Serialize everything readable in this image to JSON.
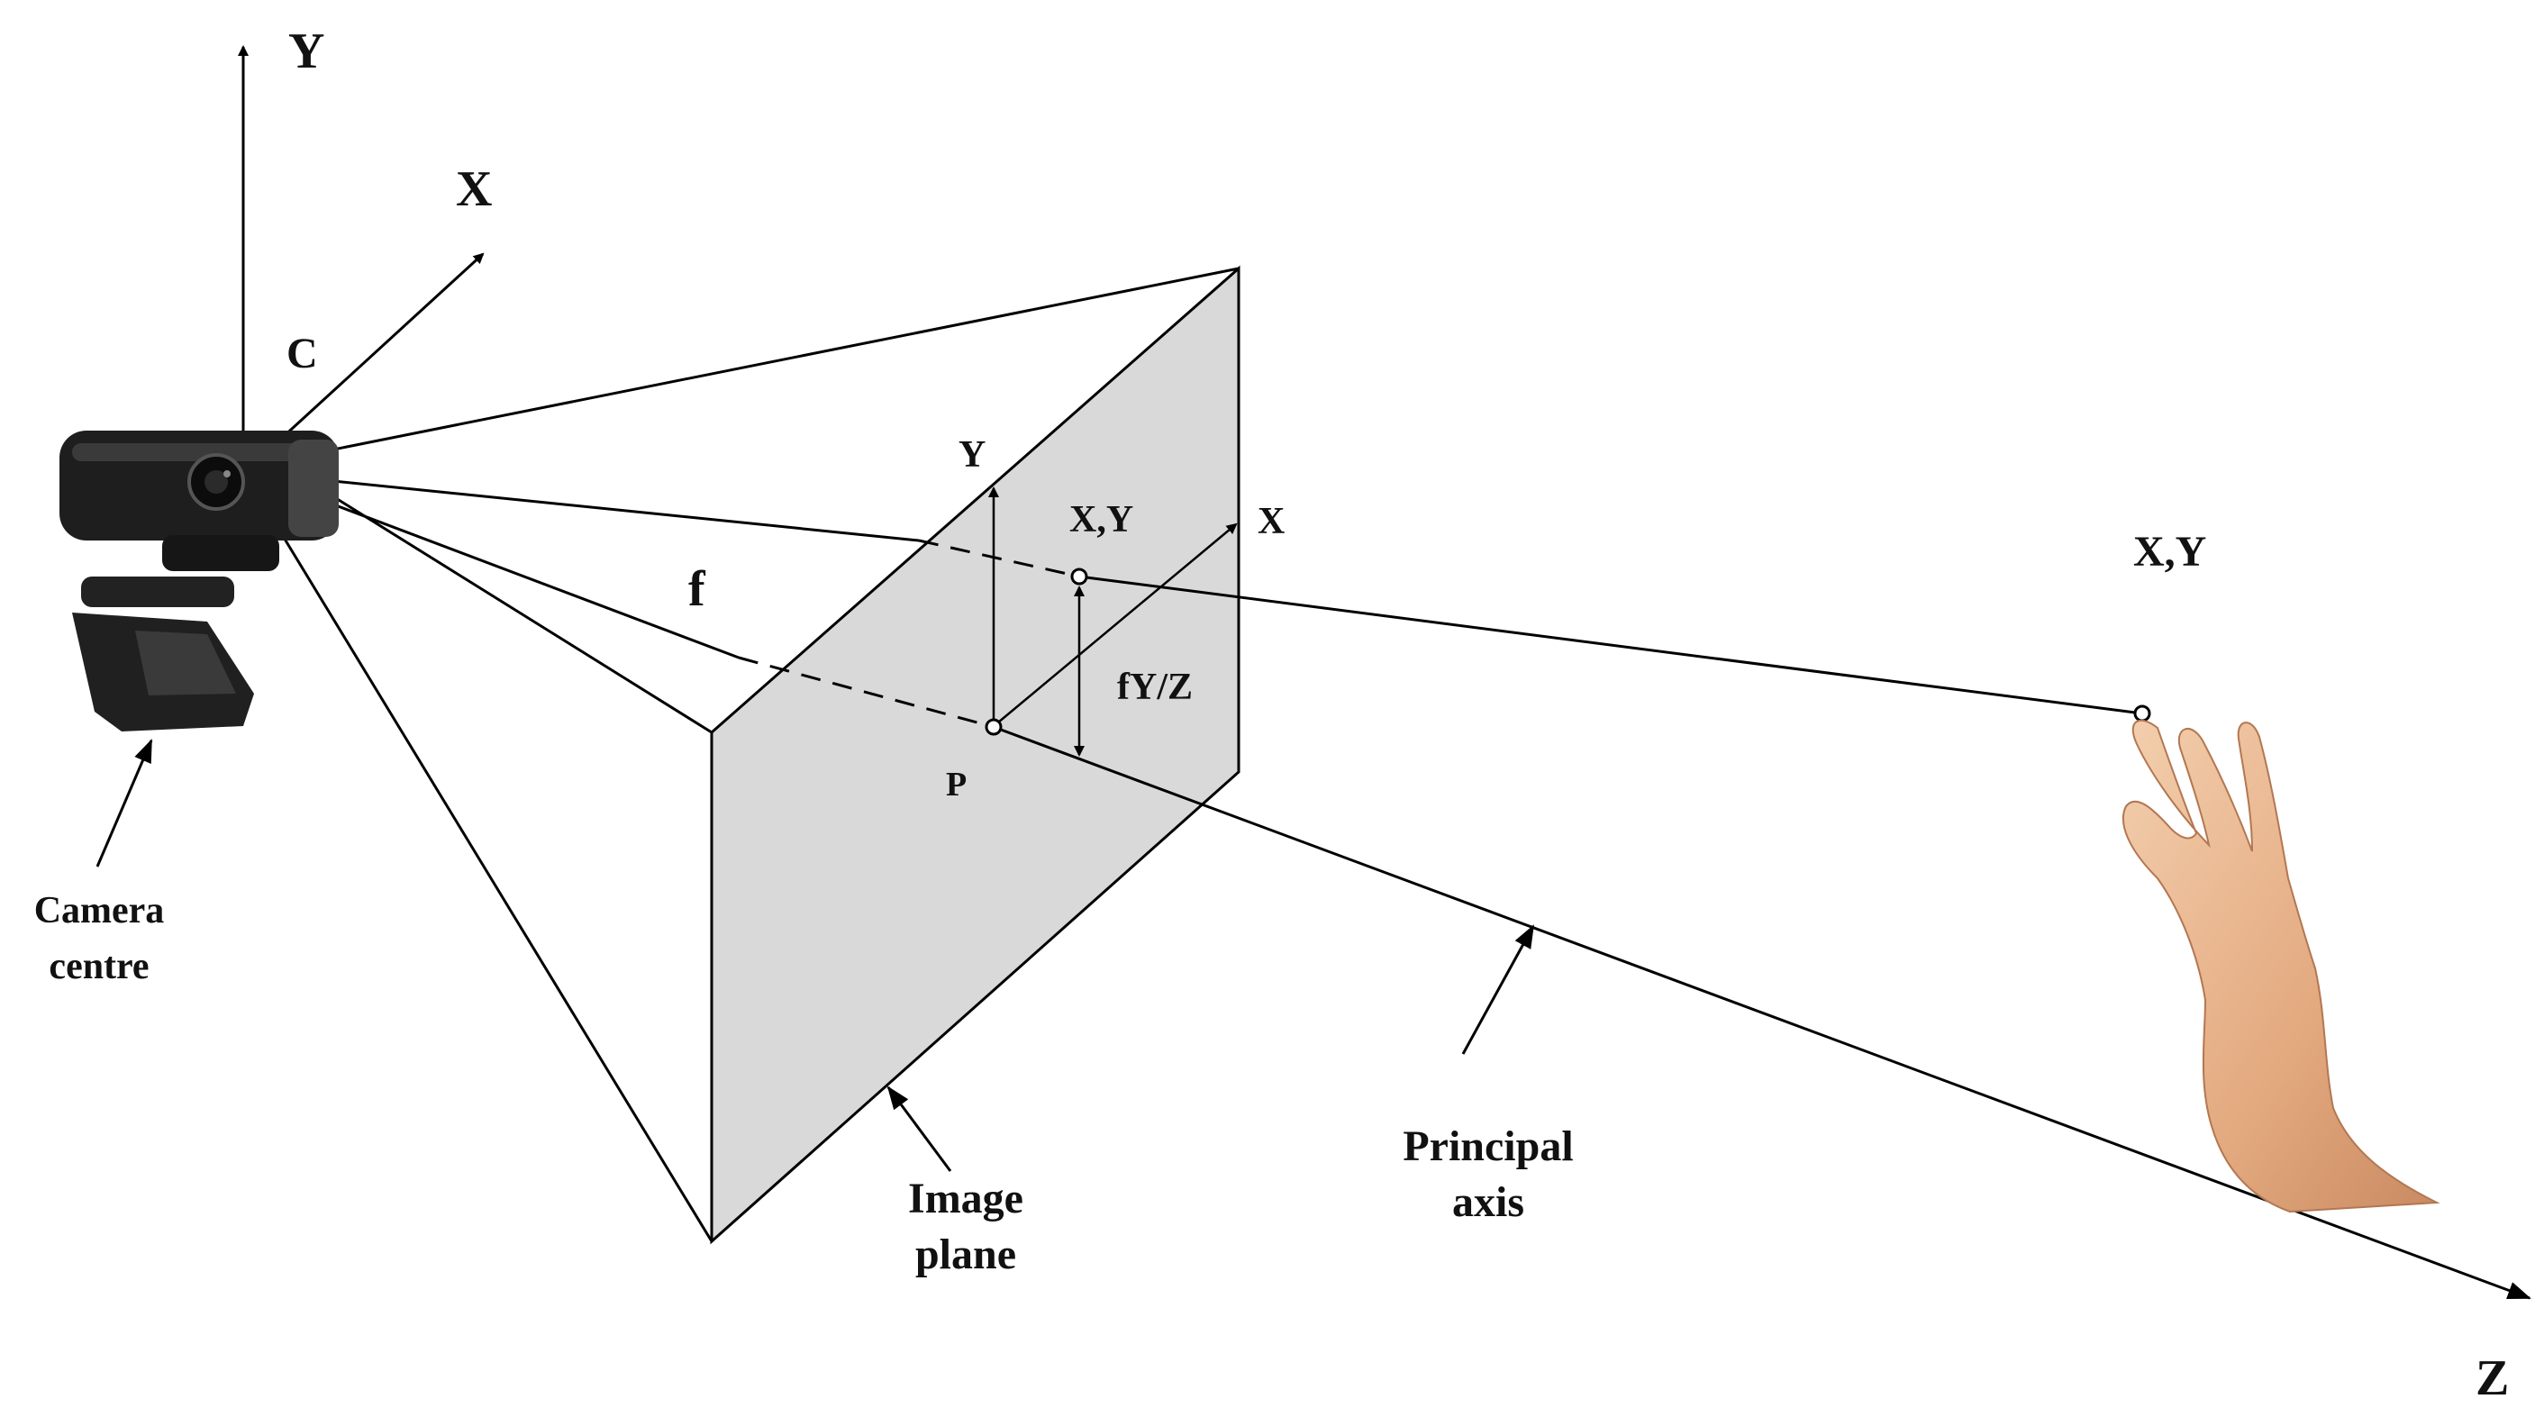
{
  "camera_axes": {
    "y_label": "Y",
    "x_label": "X",
    "center_label": "C"
  },
  "focal_label": "f",
  "image_plane_axes": {
    "y_label": "Y",
    "x_label": "X",
    "point_label": "X,Y",
    "principal_point_label": "P",
    "height_label": "fY/Z"
  },
  "world_point_label": "X,Y",
  "z_axis_label": "Z",
  "callouts": {
    "camera_centre": [
      "Camera",
      "centre"
    ],
    "image_plane": [
      "Image",
      "plane"
    ],
    "principal_axis": [
      "Principal",
      "axis"
    ]
  },
  "colors": {
    "line": "#000000",
    "image_plane_fill": "#d9d9d9",
    "text": "#111111",
    "camera_body": "#1e1e1e",
    "skin": "#e8b893"
  },
  "icons": {
    "camera": "webcam-icon",
    "hand": "hand-icon"
  }
}
